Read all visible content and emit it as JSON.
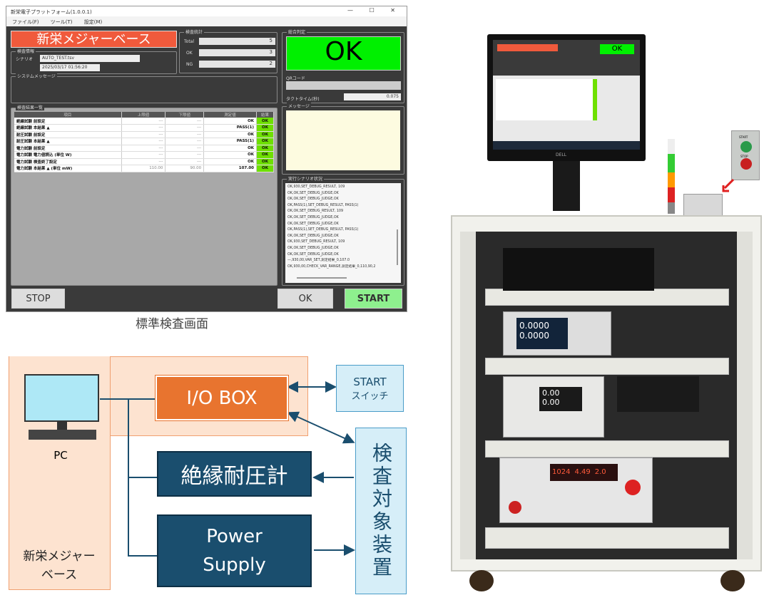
{
  "app": {
    "title": "新栄電子プラットフォーム(1.0.0.1)",
    "window_controls": "— ☐ ✕",
    "menu": [
      "ファイル(F)",
      "ツール(T)",
      "設定(M)"
    ],
    "brand": "新栄メジャーベース",
    "inspection_info": {
      "legend": "検査情報",
      "scenario_label": "シナリオ",
      "scenario": "AUTO_TEST.tsv",
      "datetime": "2025/03/17 01:56:20"
    },
    "stats": {
      "legend": "検査統計",
      "total_label": "Total",
      "total": "5",
      "ok_label": "OK",
      "ok": "3",
      "ng_label": "NG",
      "ng": "2"
    },
    "judgement": {
      "legend": "総合判定",
      "value": "OK",
      "qr_label": "QRコード",
      "qr": "",
      "tact_label": "タクトタイム(秒)",
      "tact": "0.075"
    },
    "system_message": {
      "legend": "システムメッセージ"
    },
    "results": {
      "legend": "検査結果一覧",
      "headers": [
        "項目",
        "上限値",
        "下限値",
        "測定値",
        "結果"
      ],
      "rows": [
        [
          "絶縁試験 前設定",
          "---",
          "---",
          "OK",
          "OK"
        ],
        [
          "絶縁試験 本結果 ▲",
          "---",
          "---",
          "PASS(1)",
          "OK"
        ],
        [
          "耐圧試験 前設定",
          "---",
          "---",
          "OK",
          "OK"
        ],
        [
          "耐圧試験 本結果 ▲",
          "---",
          "---",
          "PASS(1)",
          "OK"
        ],
        [
          "電力試験 前設定",
          "---",
          "---",
          "OK",
          "OK"
        ],
        [
          "電力試験 電力値読込 (単位 W)",
          "---",
          "---",
          "OK",
          "OK"
        ],
        [
          "電力試験 検査終了設定",
          "---",
          "---",
          "OK",
          "OK"
        ],
        [
          "電力試験 本結果 ▲ (単位 mW)",
          "110.00",
          "90.00",
          "107.00",
          "OK"
        ]
      ]
    },
    "message": {
      "legend": "メッセージ"
    },
    "scenario_status": {
      "legend": "実行シナリオ状況",
      "lines": [
        "OK,930,SET_DEBUG_RESULT, 109",
        "OK,OK,SET_DEBUG_JUDGE,OK",
        "OK,OK,SET_DEBUG_JUDGE,OK",
        "OK,PASS(1),SET_DEBUG_RESULT, PASS(1)",
        "OK,OK,SET_DEBUG_RESULT, 109",
        "OK,OK,SET_DEBUG_JUDGE,OK",
        "OK,OK,SET_DEBUG_JUDGE,OK",
        "OK,PASS(1),SET_DEBUG_RESULT, PASS(1)",
        "OK,OK,SET_DEBUG_JUDGE,OK",
        "OK,930,SET_DEBUG_RESULT, 109",
        "OK,OK,SET_DEBUG_JUDGE,OK",
        "OK,OK,SET_DEBUG_JUDGE,OK",
        "—,930,00,VAR_SET,測定結果_0,107.0",
        "OK,930,00,CHECK_VAR_RANGE,測定結果_0,110,90,2"
      ]
    },
    "buttons": {
      "stop": "STOP",
      "ok": "OK",
      "start": "START"
    }
  },
  "caption": "標準検査画面",
  "diagram": {
    "pc": "PC",
    "io_box": "I/O BOX",
    "start_switch": [
      "START",
      "スイッチ"
    ],
    "insulation_tester": "絶縁耐圧計",
    "power_supply": [
      "Power",
      "Supply"
    ],
    "target": "検査対象装置",
    "system_name": [
      "新栄メジャーベース",
      "ベース"
    ],
    "system_name_line1": "新栄メジャー"
  },
  "photo": {
    "monitor_ok": "OK",
    "monitor_brand": "DELL",
    "switch_start": "START",
    "switch_stop": "STOP",
    "meter1_readout": [
      "0.0000",
      "0.0000"
    ],
    "psu_readout": [
      "0.00",
      "0.00"
    ],
    "tester_readout": [
      "1024",
      "4.49",
      "2.0"
    ]
  },
  "colors": {
    "brand_red": "#f05a3c",
    "ok_green": "#00f000",
    "io_orange": "#e8742f",
    "teal": "#1a4e6e",
    "light_blue": "#d6eef8"
  }
}
